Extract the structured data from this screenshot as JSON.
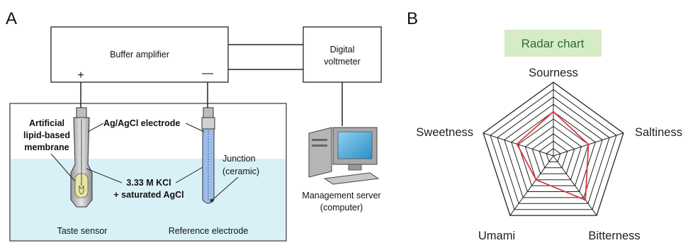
{
  "panel_a": {
    "letter": "A",
    "buffer_amplifier": "Buffer amplifier",
    "plus_sign": "+",
    "minus_sign": "—",
    "voltmeter_line1": "Digital",
    "voltmeter_line2": "voltmeter",
    "membrane_line1": "Artificial",
    "membrane_line2": "lipid-based",
    "membrane_line3": "membrane",
    "electrode_label": "Ag/AgCl electrode",
    "kcl_line1": "3.33 M KCl",
    "kcl_line2": "+ saturated AgCl",
    "junction_line1": "Junction",
    "junction_line2": "(ceramic)",
    "server_line1": "Management server",
    "server_line2": "(computer)",
    "taste_sensor": "Taste sensor",
    "reference_electrode": "Reference electrode",
    "colors": {
      "solution": "#d8f1f7",
      "reference_fill": "#9dbde8",
      "line": "#222222"
    }
  },
  "panel_b": {
    "letter": "B",
    "title": "Radar chart",
    "colors": {
      "title_bg": "#d5ecc7",
      "series": "#e0383f",
      "grid": "#222222"
    }
  },
  "chart_data": {
    "type": "radar",
    "title": "Radar chart",
    "axes": [
      "Sourness",
      "Saltiness",
      "Bitterness",
      "Umami",
      "Sweetness"
    ],
    "rings": 10,
    "range": [
      0,
      10
    ],
    "grid": true,
    "series": [
      {
        "values": [
          6,
          5,
          7.4,
          4,
          5.2
        ]
      }
    ]
  }
}
